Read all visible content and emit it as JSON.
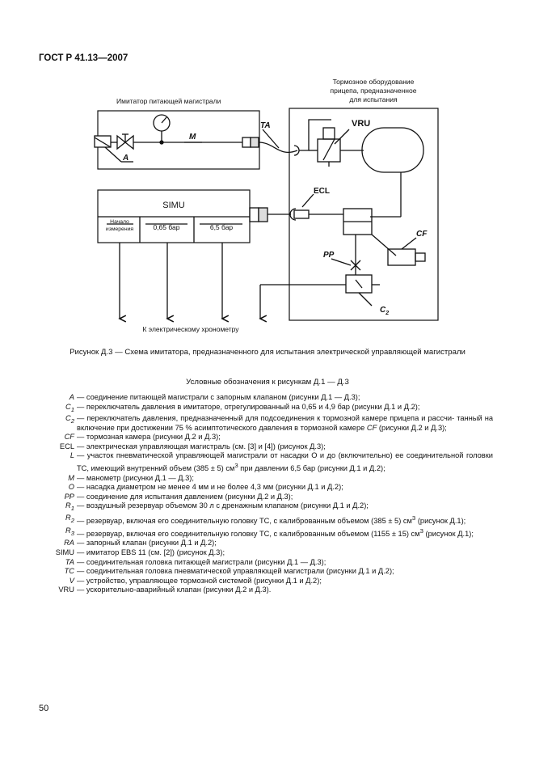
{
  "header": {
    "standard": "ГОСТ Р 41.13—2007"
  },
  "diagram": {
    "label_imitator": "Имитатор питающей магистрали",
    "label_brake_equipment_1": "Тормозное оборудование",
    "label_brake_equipment_2": "прицепа, предназначенное",
    "label_brake_equipment_3": "для испытания",
    "label_vru": "VRU",
    "label_ta": "TA",
    "label_m": "M",
    "label_a": "A",
    "label_ecl": "ECL",
    "label_simu": "SIMU",
    "label_start_1": "Начало",
    "label_start_2": "измерения",
    "label_065": "0,65 бар",
    "label_65": "6,5 бар",
    "label_pp": "PP",
    "label_cf": "CF",
    "label_c2": "C",
    "label_c2_sub": "2",
    "label_chronometer": "К электрическому хронометру"
  },
  "caption": "Рисунок Д.3 — Схема имитатора, предназначенного для испытания электрической управляющей магистрали",
  "legend_title": "Условные обозначения к рисункам Д.1 — Д.3",
  "legend": {
    "a_sym": "A",
    "a_desc": "— соединение питающей магистрали с запорным клапаном (рисунки Д.1 — Д.3);",
    "c1_sym": "C",
    "c1_sub": "1",
    "c1_desc": "— переключатель давления в имитаторе, отрегулированный на 0,65 и 4,9 бар (рисунки Д.1 и Д.2);",
    "c2_sym": "C",
    "c2_sub": "2",
    "c2_desc_1": "— переключатель давления, предназначенный для подсоединения к тормозной камере прицепа и рассчи-",
    "c2_desc_2": "танный на включение при достижении 75 % асимптотического давления в тормозной камере",
    "c2_desc_cf": "CF",
    "c2_desc_3": "(рисунки",
    "c2_desc_4": "Д.2 и Д.3);",
    "cf_sym": "CF",
    "cf_desc": "— тормозная камера (рисунки Д.2 и Д.3);",
    "ecl_sym": "ECL",
    "ecl_desc": "— электрическая управляющая магистраль (см. [3] и [4]) (рисунок Д.3);",
    "l_sym": "L",
    "l_desc_1": "— участок пневматической управляющей магистрали от насадки О и до (включительно) ее соединительной",
    "l_desc_2": "головки ТС, имеющий внутренний объем (385 ± 5) см",
    "l_desc_sup": "3",
    "l_desc_3": " при давлении 6,5 бар (рисунки Д.1 и Д.2);",
    "m_sym": "M",
    "m_desc": "— манометр (рисунки Д.1 — Д.3);",
    "o_sym": "O",
    "o_desc": "— насадка диаметром не менее 4 мм и не более 4,3 мм (рисунки Д.1 и Д.2);",
    "pp_sym": "PP",
    "pp_desc": "— соединение для испытания давлением (рисунки Д.2 и Д.3);",
    "r1_sym": "R",
    "r1_sub": "1",
    "r1_desc": "— воздушный резервуар объемом 30 л с дренажным клапаном (рисунки Д.1 и Д.2);",
    "r2_sym": "R",
    "r2_sub": "2",
    "r2_desc_1": "— резервуар, включая его соединительную головку ТС, с калиброванным объемом (385 ± 5) см",
    "r2_desc_sup": "3",
    "r2_desc_2": " (рисунок Д.1);",
    "r3_sym": "R",
    "r3_sub": "3",
    "r3_desc_1": "— резервуар, включая его соединительную головку ТС, с калиброванным объемом",
    "r3_desc_2": "(1155 ± 15) см",
    "r3_desc_sup": "3",
    "r3_desc_3": " (рисунок Д.1);",
    "ra_sym": "RA",
    "ra_desc": "— запорный клапан (рисунки Д.1 и Д.2);",
    "simu_sym": "SIMU",
    "simu_desc": "— имитатор EBS 11 (см. [2]) (рисунок Д.3);",
    "ta_sym": "TA",
    "ta_desc": "— соединительная головка питающей магистрали (рисунки Д.1 — Д.3);",
    "tc_sym": "TC",
    "tc_desc": "— соединительная головка пневматической управляющей магистрали (рисунки Д.1 и Д.2);",
    "v_sym": "V",
    "v_desc": "— устройство, управляющее тормозной системой (рисунки Д.1 и Д.2);",
    "vru_sym": "VRU",
    "vru_desc": "— ускорительно-аварийный клапан (рисунки Д.2 и Д.3)."
  },
  "page_number": "50"
}
